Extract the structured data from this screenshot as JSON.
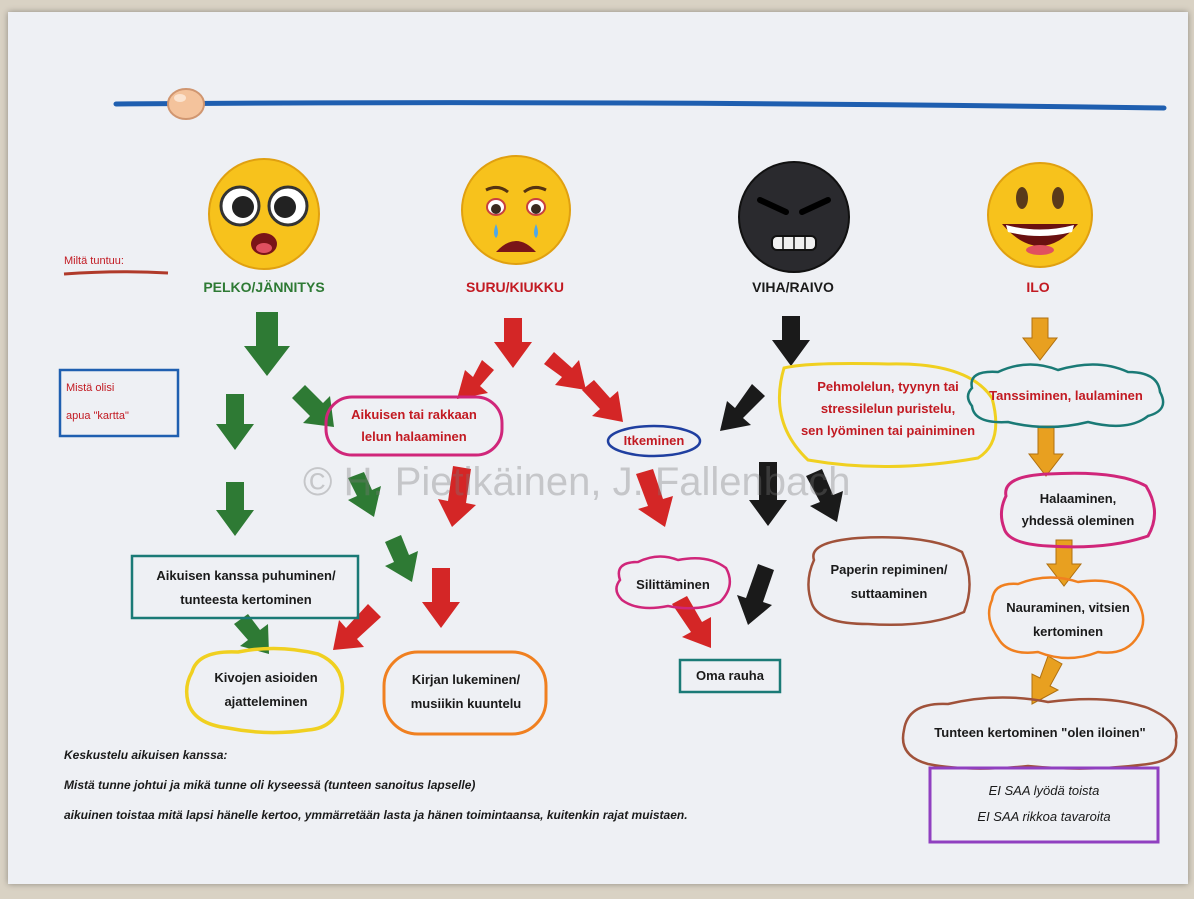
{
  "emotions": {
    "fear_label": "PELKO/JÄNNITYS",
    "sad_label": "SURU/KIUKKU",
    "anger_label": "VIHA/RAIVO",
    "joy_label": "ILO"
  },
  "side_labels": {
    "feeling_prompt": "Miltä tuntuu:",
    "help_map_line1": "Mistä olisi",
    "help_map_line2": "apua \"kartta\""
  },
  "boxes": {
    "hug_adult": {
      "line1": "Aikuisen tai rakkaan",
      "line2": "lelun halaaminen"
    },
    "crying": "Itkeminen",
    "squeeze_toy": {
      "line1": "Pehmolelun, tyynyn tai",
      "line2": "stressilelun puristelu,",
      "line3": "sen lyöminen tai painiminen"
    },
    "dancing": "Tanssiminen, laulaminen",
    "talk_adult": {
      "line1": "Aikuisen kanssa puhuminen/",
      "line2": "tunteesta kertominen"
    },
    "stroking": "Silittäminen",
    "tearing": {
      "line1": "Paperin repiminen/",
      "line2": "suttaaminen"
    },
    "hugging": {
      "line1": "Halaaminen,",
      "line2": "yhdessä oleminen"
    },
    "laughing": {
      "line1": "Nauraminen, vitsien",
      "line2": "kertominen"
    },
    "nice_things": {
      "line1": "Kivojen asioiden",
      "line2": "ajatteleminen"
    },
    "reading": {
      "line1": "Kirjan lukeminen/",
      "line2": "musiikin kuuntelu"
    },
    "own_peace": "Oma rauha",
    "tell_feeling": "Tunteen kertominen \"olen iloinen\"",
    "rules": {
      "line1": "EI SAA lyödä toista",
      "line2": "EI SAA rikkoa tavaroita"
    }
  },
  "discussion": {
    "heading": "Keskustelu aikuisen kanssa:",
    "line1": "Mistä tunne johtui ja mikä tunne oli kyseessä (tunteen sanoitus lapselle)",
    "line2": "aikuinen toistaa mitä lapsi hänelle kertoo, ymmärretään lasta ja hänen toimintaansa, kuitenkin rajat muistaen."
  },
  "watermark": "© H. Pietikäinen, J. Fallenbach",
  "colors": {
    "green": "#2e7a34",
    "red": "#d42626",
    "black": "#1a1a1a",
    "orange": "#e8a020",
    "blue": "#1f5fb0",
    "magenta": "#d0267a",
    "yellow": "#f0d020",
    "teal": "#1a7a76",
    "brown": "#a0523a",
    "purple": "#9040c0"
  },
  "icons": [
    "string-icon",
    "bead-icon",
    "scared-face-icon",
    "crying-face-icon",
    "angry-face-icon",
    "happy-face-icon"
  ]
}
